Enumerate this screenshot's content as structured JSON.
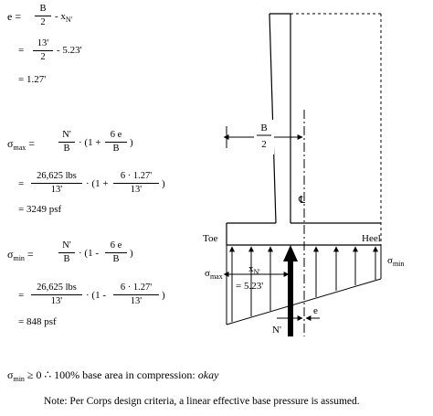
{
  "eccentricity": {
    "line1_lhs": "e =",
    "line1_num": "B",
    "line1_den": "2",
    "line1_tail": "- x",
    "line1_tail_sub": "N'",
    "line2_eq": "=",
    "line2_num": "13'",
    "line2_den": "2",
    "line2_tail": "- 5.23'",
    "line3": "= 1.27'"
  },
  "sigma_max": {
    "lhs": "σ",
    "lhs_sub": "max",
    "eq1_num_a": "N'",
    "eq1_den_a": "B",
    "eq1_mid": "· (1 +",
    "eq1_num_b": "6 e",
    "eq1_den_b": "B",
    "eq1_close": ")",
    "eq2_eq": "=",
    "eq2_num_a": "26,625 lbs",
    "eq2_den_a": "13'",
    "eq2_mid": "· (1 +",
    "eq2_num_b": "6 · 1.27'",
    "eq2_den_b": "13'",
    "eq2_close": ")",
    "result": "= 3249 psf"
  },
  "sigma_min": {
    "lhs": "σ",
    "lhs_sub": "min",
    "eq1_num_a": "N'",
    "eq1_den_a": "B",
    "eq1_mid": "· (1 -",
    "eq1_num_b": "6 e",
    "eq1_den_b": "B",
    "eq1_close": ")",
    "eq2_eq": "=",
    "eq2_num_a": "26,625 lbs",
    "eq2_den_a": "13'",
    "eq2_mid": "· (1 -",
    "eq2_num_b": "6 · 1.27'",
    "eq2_den_b": "13'",
    "eq2_close": ")",
    "result": "= 848 psf"
  },
  "check": {
    "lhs": "σ",
    "lhs_sub": "min",
    "text": "≥ 0  ∴ 100% base area in compression:",
    "verdict": "okay"
  },
  "note": "Note:  Per Corps design criteria, a linear effective base pressure is assumed.",
  "diagram": {
    "half_width_num": "B",
    "half_width_den": "2",
    "centerline_symbol": "℄",
    "toe_label": "Toe",
    "heel_label": "Heel",
    "sigma_max_label": "σ",
    "sigma_max_sub": "max",
    "sigma_min_label": "σ",
    "sigma_min_sub": "min",
    "xn_label": "x",
    "xn_sub": "N'",
    "xn_value": "= 5.23'",
    "e_label": "e",
    "n_label": "N'"
  }
}
